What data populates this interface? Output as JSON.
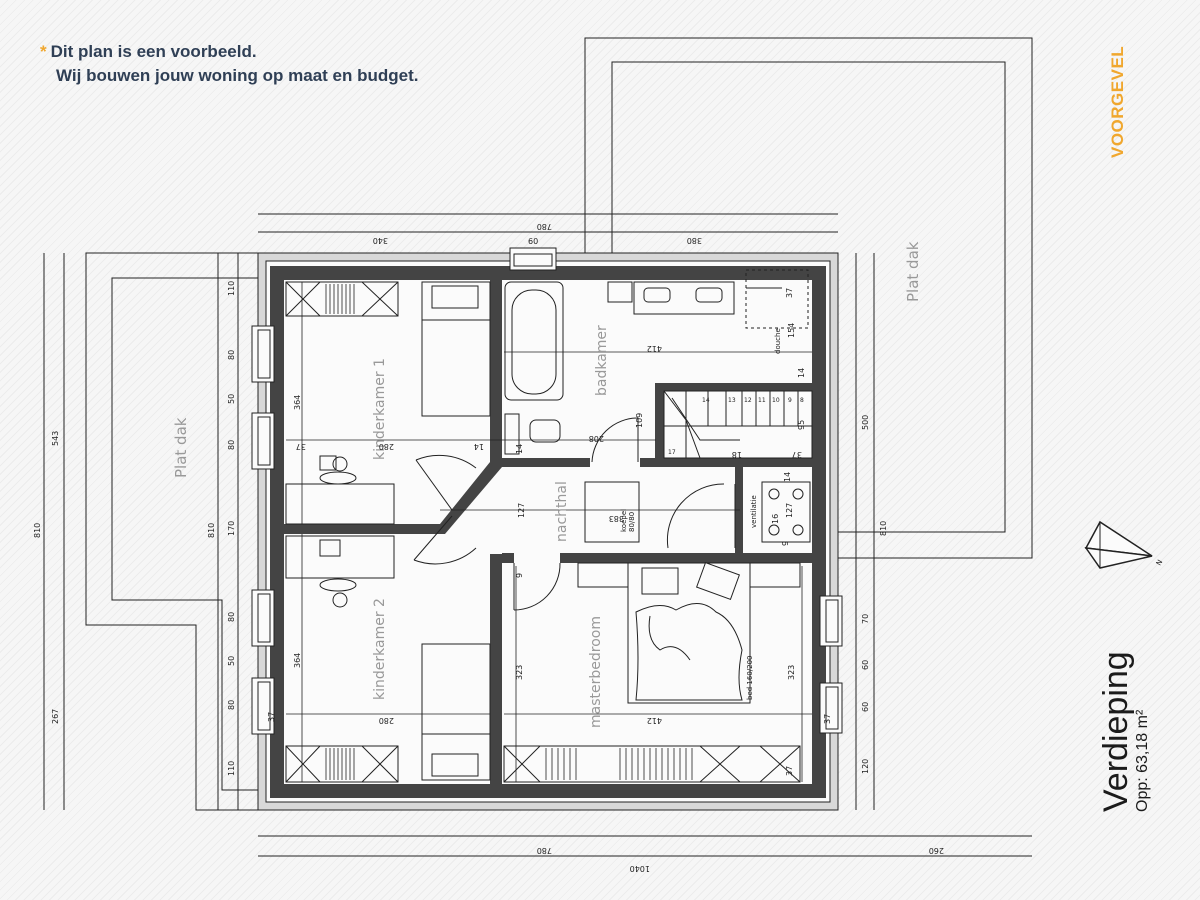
{
  "note": {
    "star": "*",
    "line1": "Dit plan is een voorbeeld.",
    "line2": "Wij bouwen jouw woning op maat en budget."
  },
  "facade_label": "VOORGEVEL",
  "title": {
    "floor": "Verdieping",
    "area": "Opp: 63,18 m²"
  },
  "rooms": {
    "kinderkamer1": "kinderkamer 1",
    "kinderkamer2": "kinderkamer 2",
    "badkamer": "badkamer",
    "nachthal": "nachthal",
    "masterbedroom": "masterbedroom",
    "douche": "douche",
    "ventilatie": "ventilatie",
    "koepel": "koepel",
    "koepel_size": "80/80",
    "bed": "bed 160/200",
    "platdak_left": "Plat dak",
    "platdak_right": "Plat dak"
  },
  "dimensions": {
    "top_780": "780",
    "top_340": "340",
    "top_60": "60",
    "top_380": "380",
    "bottom_780": "780",
    "bottom_260": "260",
    "bottom_1040": "1040",
    "left_810a": "810",
    "left_543": "543",
    "left_267": "267",
    "left_810b": "810",
    "left_110a": "110",
    "left_80a": "80",
    "left_50a": "50",
    "left_80b": "80",
    "left_170": "170",
    "left_80c": "80",
    "left_50b": "50",
    "left_80d": "80",
    "left_110b": "110",
    "right_500": "500",
    "right_810": "810",
    "right_70": "70",
    "right_60a": "60",
    "right_60b": "60",
    "right_120": "120",
    "k1_364": "364",
    "k1_280": "280",
    "k1_37": "37",
    "k1_14": "14",
    "k2_364": "364",
    "k2_280": "280",
    "k2_37": "37",
    "bad_412": "412",
    "bad_37": "37",
    "bad_154": "154",
    "bad_14": "14",
    "bad_208": "208",
    "bad_109": "109",
    "bad_14b": "14",
    "hal_127": "127",
    "hal_383": "383",
    "hal_9": "9",
    "vent_14": "14",
    "vent_127": "127",
    "vent_16": "16",
    "vent_9": "9",
    "st_95": "95",
    "st_37": "37",
    "st_18": "18",
    "mb_323a": "323",
    "mb_323b": "323",
    "mb_412": "412",
    "mb_37": "37",
    "mb_37b": "37"
  },
  "stairs": [
    "14",
    "13",
    "12",
    "11",
    "10",
    "9",
    "8",
    "17"
  ],
  "compass": "N"
}
